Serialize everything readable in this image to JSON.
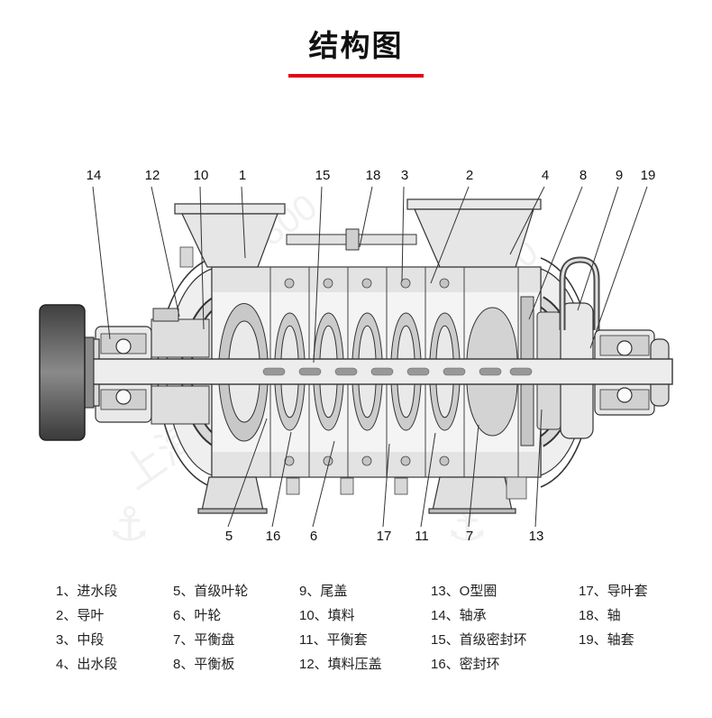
{
  "title": "结构图",
  "watermark": {
    "brand": "上海",
    "number": "800",
    "logo": "⚓"
  },
  "callouts": {
    "top": [
      "14",
      "12",
      "10",
      "1",
      "15",
      "18",
      "3",
      "2",
      "4",
      "8",
      "9",
      "19"
    ],
    "bottom": [
      "5",
      "16",
      "6",
      "17",
      "11",
      "7",
      "13"
    ]
  },
  "legend": {
    "c1": [
      "1、进水段",
      "2、导叶",
      "3、中段",
      "4、出水段"
    ],
    "c2": [
      "5、首级叶轮",
      "6、叶轮",
      "7、平衡盘",
      "8、平衡板"
    ],
    "c3": [
      "9、尾盖",
      "10、填料",
      "11、平衡套",
      "12、填料压盖"
    ],
    "c4": [
      "13、O型圈",
      "14、轴承",
      "15、首级密封环",
      "16、密封环"
    ],
    "c5": [
      "17、导叶套",
      "18、轴",
      "19、轴套"
    ]
  },
  "colors": {
    "accent_red": "#e60012",
    "line": "#333333"
  }
}
